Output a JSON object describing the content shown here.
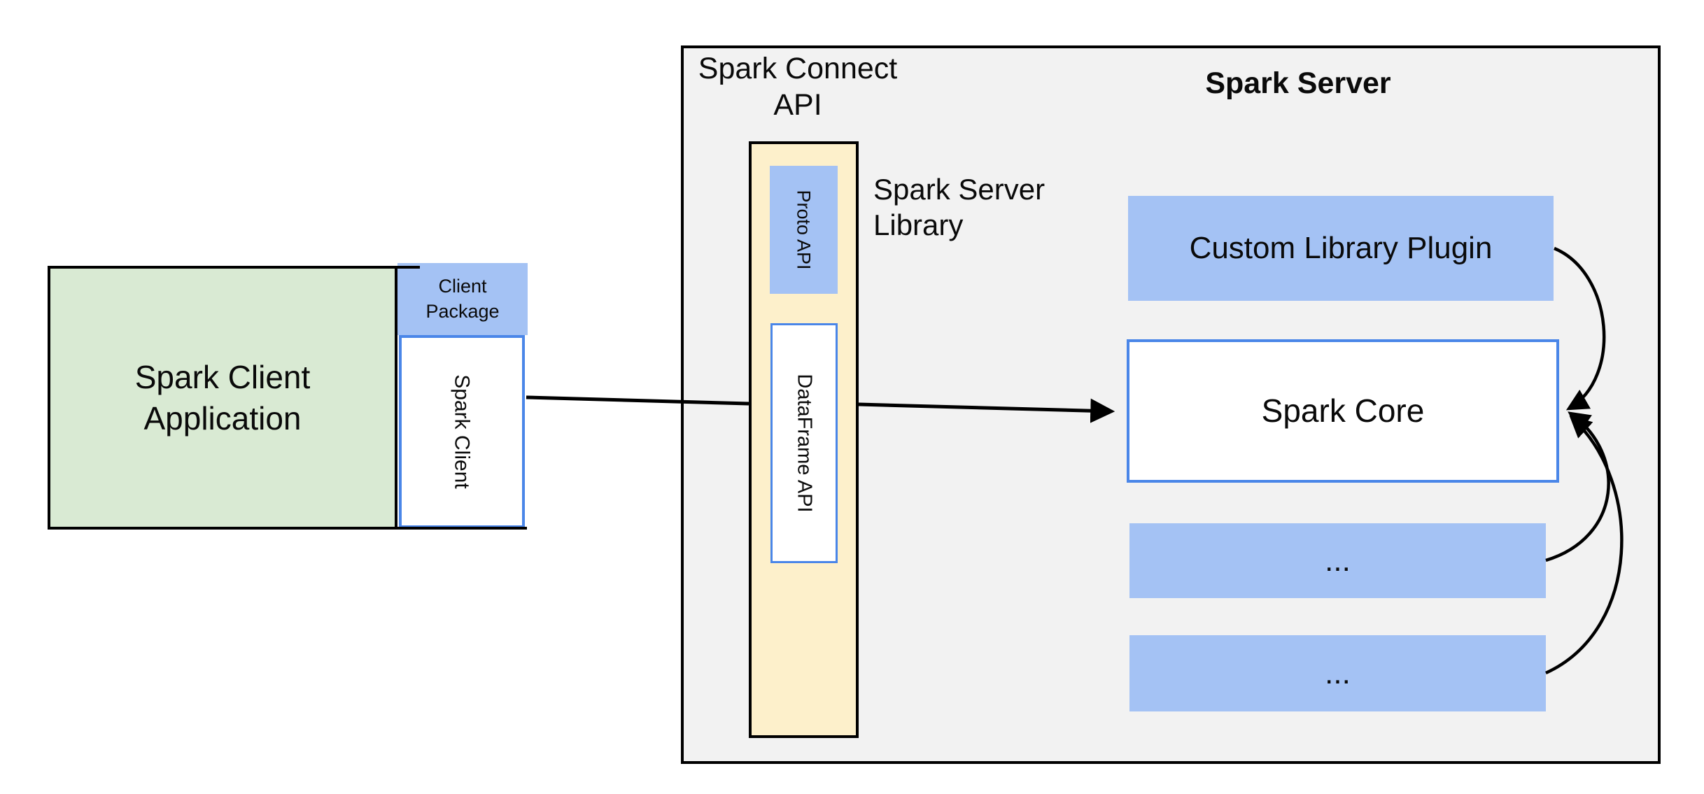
{
  "palette": {
    "green_fill": "#d9ead3",
    "blue_fill": "#a4c2f4",
    "yellow_fill": "#fdf0cb",
    "gray_fill": "#f2f2f2",
    "blue_border": "#4a86e8",
    "line_color": "#000000",
    "text_color": "#0a0a0a"
  },
  "client_area": {
    "application_label": "Spark Client\nApplication",
    "client_package_label": "Client\nPackage",
    "spark_client_label": "Spark Client"
  },
  "connect_area": {
    "spark_connect_api_label": "Spark Connect\nAPI",
    "proto_api_label": "Proto API",
    "dataframe_api_label": "DataFrame API",
    "spark_server_library_label": "Spark Server\nLibrary"
  },
  "server_area": {
    "spark_server_label": "Spark Server",
    "custom_library_plugin_label": "Custom Library Plugin",
    "spark_core_label": "Spark Core",
    "placeholder_box_1_label": "...",
    "placeholder_box_2_label": "..."
  }
}
